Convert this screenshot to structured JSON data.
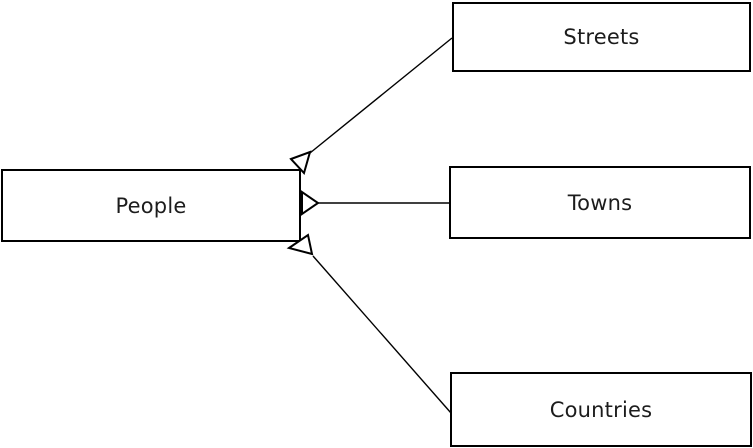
{
  "diagram": {
    "background_color": "#ffffff",
    "stroke_color": "#000000",
    "nodes": [
      {
        "id": "people",
        "label": "People"
      },
      {
        "id": "streets",
        "label": "Streets"
      },
      {
        "id": "towns",
        "label": "Towns"
      },
      {
        "id": "countries",
        "label": "Countries"
      }
    ],
    "connectors": [
      {
        "from": "people",
        "to": "streets",
        "arrowhead": "hollow-triangle",
        "arrowhead_at": "people-end"
      },
      {
        "from": "people",
        "to": "towns",
        "arrowhead": "hollow-triangle",
        "arrowhead_at": "people-end"
      },
      {
        "from": "people",
        "to": "countries",
        "arrowhead": "hollow-triangle",
        "arrowhead_at": "people-end"
      }
    ]
  }
}
